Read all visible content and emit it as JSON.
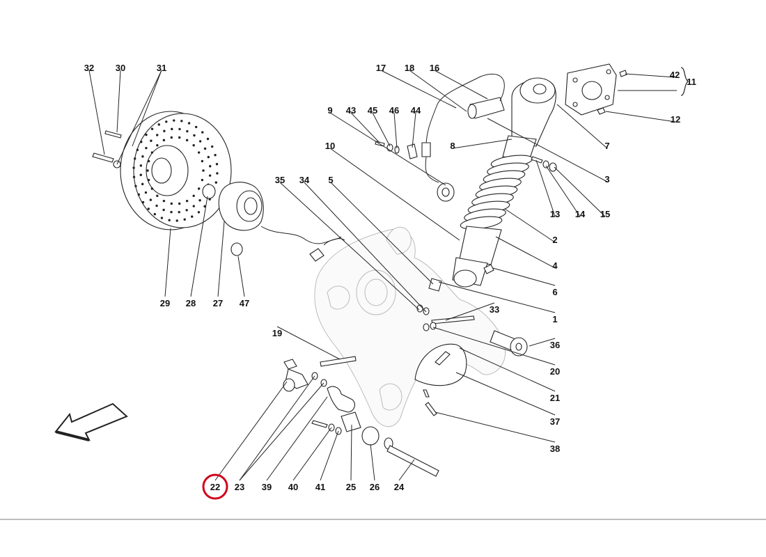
{
  "colors": {
    "highlight": "#d0021b",
    "line": "#222222",
    "ghost": "#bbbbbb",
    "divider": "#bdbdbd"
  },
  "highlighted_part": "22",
  "brace_label": "11",
  "callouts": [
    {
      "id": "c32",
      "label": "32"
    },
    {
      "id": "c30",
      "label": "30"
    },
    {
      "id": "c31",
      "label": "31"
    },
    {
      "id": "c29",
      "label": "29"
    },
    {
      "id": "c28",
      "label": "28"
    },
    {
      "id": "c27",
      "label": "27"
    },
    {
      "id": "c47",
      "label": "47"
    },
    {
      "id": "c17",
      "label": "17"
    },
    {
      "id": "c18",
      "label": "18"
    },
    {
      "id": "c16",
      "label": "16"
    },
    {
      "id": "c42",
      "label": "42"
    },
    {
      "id": "c12",
      "label": "12"
    },
    {
      "id": "c7",
      "label": "7"
    },
    {
      "id": "c3",
      "label": "3"
    },
    {
      "id": "c9",
      "label": "9"
    },
    {
      "id": "c43",
      "label": "43"
    },
    {
      "id": "c45",
      "label": "45"
    },
    {
      "id": "c46",
      "label": "46"
    },
    {
      "id": "c44",
      "label": "44"
    },
    {
      "id": "c8",
      "label": "8"
    },
    {
      "id": "c10",
      "label": "10"
    },
    {
      "id": "c13",
      "label": "13"
    },
    {
      "id": "c14",
      "label": "14"
    },
    {
      "id": "c15",
      "label": "15"
    },
    {
      "id": "c2",
      "label": "2"
    },
    {
      "id": "c4",
      "label": "4"
    },
    {
      "id": "c6",
      "label": "6"
    },
    {
      "id": "c1",
      "label": "1"
    },
    {
      "id": "c35",
      "label": "35"
    },
    {
      "id": "c34",
      "label": "34"
    },
    {
      "id": "c5",
      "label": "5"
    },
    {
      "id": "c33",
      "label": "33"
    },
    {
      "id": "c36",
      "label": "36"
    },
    {
      "id": "c20",
      "label": "20"
    },
    {
      "id": "c21",
      "label": "21"
    },
    {
      "id": "c37",
      "label": "37"
    },
    {
      "id": "c38",
      "label": "38"
    },
    {
      "id": "c19",
      "label": "19"
    },
    {
      "id": "c22",
      "label": "22"
    },
    {
      "id": "c23",
      "label": "23"
    },
    {
      "id": "c39",
      "label": "39"
    },
    {
      "id": "c40",
      "label": "40"
    },
    {
      "id": "c41",
      "label": "41"
    },
    {
      "id": "c25",
      "label": "25"
    },
    {
      "id": "c26",
      "label": "26"
    },
    {
      "id": "c24",
      "label": "24"
    }
  ]
}
